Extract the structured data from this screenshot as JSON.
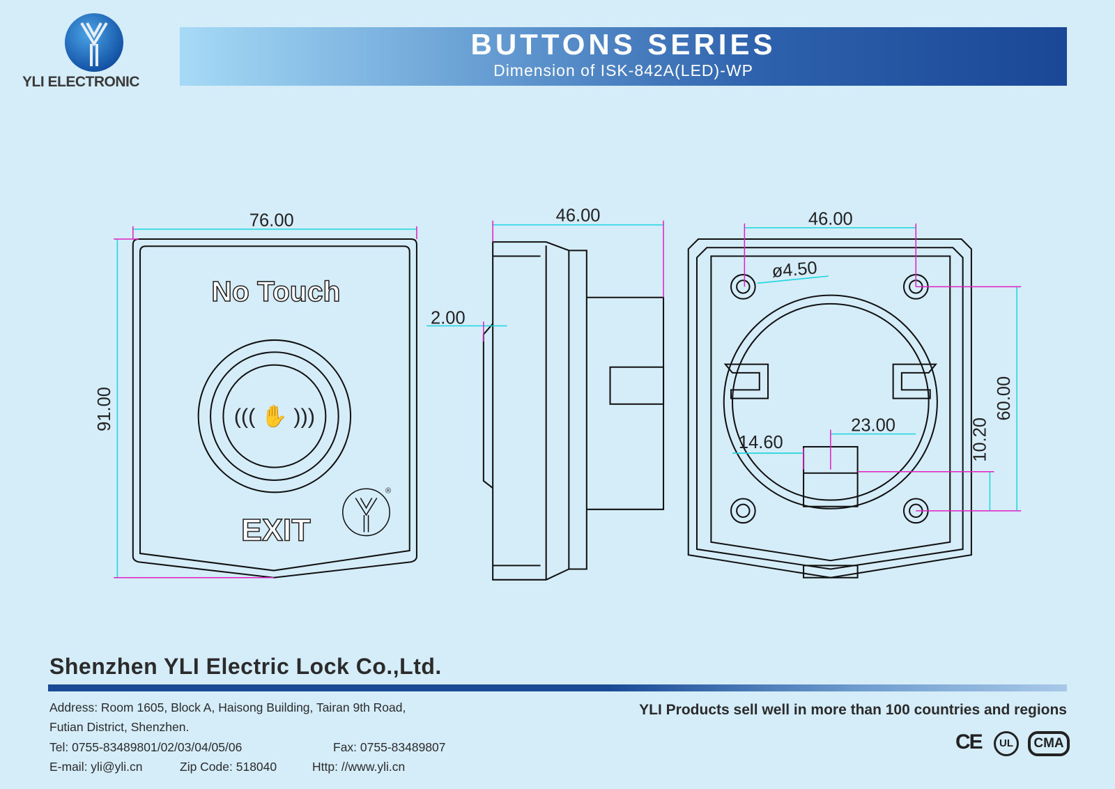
{
  "brand": {
    "logo_text": "YLI ELECTRONIC"
  },
  "header": {
    "title": "BUTTONS SERIES",
    "subtitle": "Dimension of ISK-842A(LED)-WP"
  },
  "front_view": {
    "label_top": "No Touch",
    "label_bottom": "EXIT",
    "hand_icon": "((( ✋ )))",
    "registered": "®"
  },
  "dimensions": {
    "front_width": "76.00",
    "front_height": "91.00",
    "side_depth": "46.00",
    "side_offset": "2.00",
    "back_hole_spacing_h": "46.00",
    "hole_diameter": "ø4.50",
    "back_hole_spacing_v": "60.00",
    "back_offset_v": "10.20",
    "back_offset_23": "23.00",
    "back_offset_14": "14.60"
  },
  "footer": {
    "company": "Shenzhen YLI Electric Lock Co.,Ltd.",
    "address_1": "Address: Room 1605, Block A, Haisong Building, Tairan 9th Road,",
    "address_2": "Futian District, Shenzhen.",
    "tel": "Tel: 0755-83489801/02/03/04/05/06",
    "fax": "Fax: 0755-83489807",
    "email": "E-mail: yli@yli.cn",
    "zip": "Zip Code: 518040",
    "web": "Http: //www.yli.cn",
    "slogan": "YLI Products sell well in more than 100 countries and regions",
    "certs": [
      "CE",
      "UL",
      "CMA"
    ]
  },
  "colors": {
    "dimension_line": "#19d6e0",
    "extension_line": "#e020c0",
    "header_dark": "#1a4796",
    "background": "#d5ecf9"
  }
}
